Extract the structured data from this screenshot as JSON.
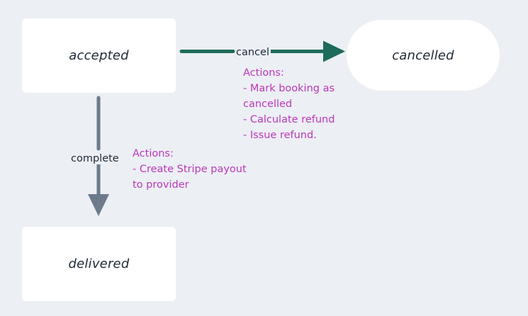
{
  "diagram": {
    "type": "state-machine",
    "background_color": "#eceff4",
    "nodes": [
      {
        "id": "accepted",
        "label": "accepted",
        "shape": "rounded-rect"
      },
      {
        "id": "cancelled",
        "label": "cancelled",
        "shape": "stadium"
      },
      {
        "id": "delivered",
        "label": "delivered",
        "shape": "rounded-rect"
      }
    ],
    "edges": [
      {
        "id": "cancel",
        "from": "accepted",
        "to": "cancelled",
        "label": "cancel",
        "color": "#1e6b5c",
        "actions_title": "Actions:",
        "actions": [
          "- Mark booking as",
          "cancelled",
          "- Calculate refund",
          "- Issue refund."
        ]
      },
      {
        "id": "complete",
        "from": "accepted",
        "to": "delivered",
        "label": "complete",
        "color": "#6c7a8c",
        "actions_title": "Actions:",
        "actions": [
          "- Create Stripe payout",
          "to provider"
        ]
      }
    ],
    "colors": {
      "node_fill": "#ffffff",
      "node_text": "#1f2937",
      "cancel_edge": "#1e6b5c",
      "complete_edge": "#6c7a8c",
      "actions_text": "#bb37bb"
    }
  }
}
